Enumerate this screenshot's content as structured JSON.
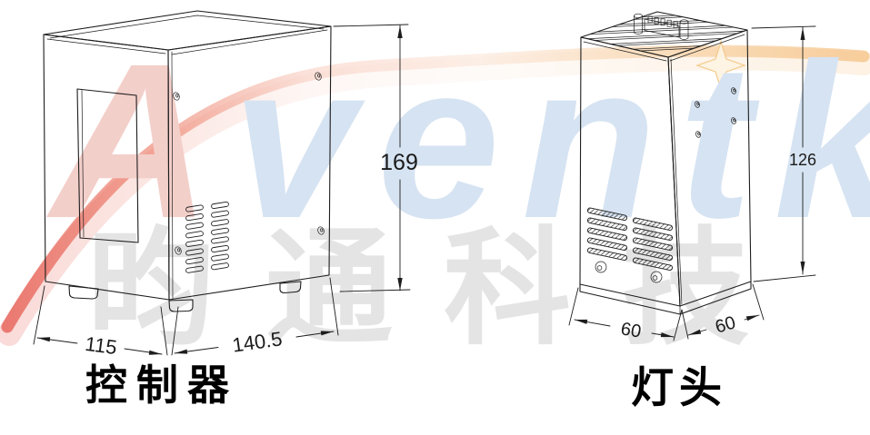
{
  "canvas": {
    "background": "#ffffff",
    "line_color": "#1d1d1d"
  },
  "watermark": {
    "logo_letter_a": "A",
    "logo_letters_rest": "ventk",
    "logo_color_a": "#f3cfca",
    "logo_color_rest": "#d6e3f2",
    "swoosh_color_left": "#e2473b",
    "swoosh_color_right": "#f3b56b",
    "company_text": "昀通科技",
    "company_color": "#e4e4e4",
    "sparkle_icon": "four-point-star"
  },
  "controller": {
    "label": "控制器",
    "dimensions": {
      "height": "169",
      "depth": "115",
      "width": "140.5"
    }
  },
  "lamp": {
    "label": "灯头",
    "dimensions": {
      "height": "126",
      "depth": "60",
      "width": "60"
    }
  }
}
